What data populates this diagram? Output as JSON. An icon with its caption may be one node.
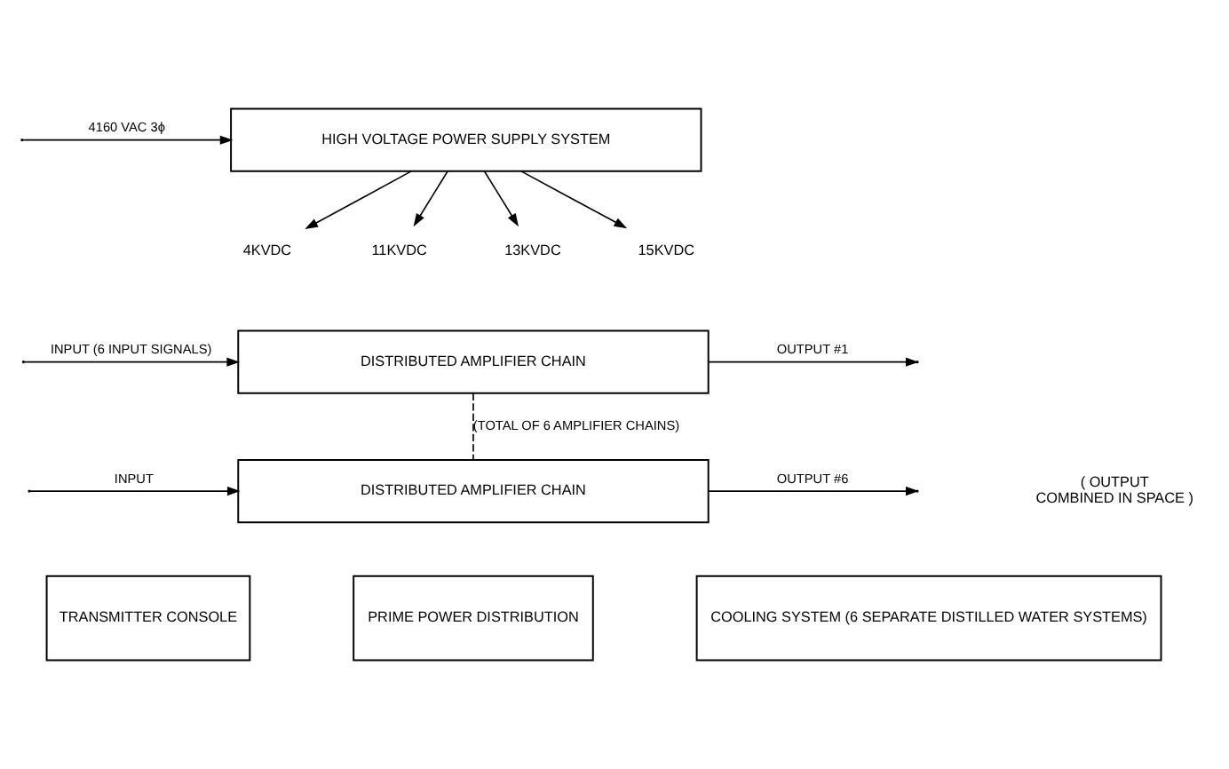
{
  "diagram": {
    "nodes": [
      {
        "text": [
          "HIGH VOLTAGE POWER SUPPLY SYSTEM"
        ]
      },
      {
        "text": [
          "4KVDC"
        ]
      },
      {
        "text": [
          "11KVDC"
        ]
      },
      {
        "text": [
          "13KVDC"
        ]
      },
      {
        "text": [
          "15KVDC"
        ]
      },
      {
        "text": [
          "DISTRIBUTED AMPLIFIER CHAIN"
        ]
      },
      {
        "text": [
          "DISTRIBUTED AMPLIFIER CHAIN"
        ]
      },
      {
        "text": [
          "TRANSMITTER CONSOLE"
        ]
      },
      {
        "text": [
          "PRIME POWER DISTRIBUTION"
        ]
      },
      {
        "text": [
          "COOLING SYSTEM (6 SEPARATE DISTILLED WATER SYSTEMS)"
        ]
      }
    ],
    "edges": [
      {
        "from": null,
        "to": 0,
        "arrow": "to",
        "label": "4160 VAC 3ϕ"
      },
      {
        "from": 0,
        "to": 1,
        "arrow": "to"
      },
      {
        "from": 0,
        "to": 2,
        "arrow": "to"
      },
      {
        "from": 0,
        "to": 3,
        "arrow": "to"
      },
      {
        "from": 0,
        "to": 4,
        "arrow": "to"
      },
      {
        "from": null,
        "to": 5,
        "arrow": "to",
        "label": "INPUT (6 INPUT SIGNALS)"
      },
      {
        "from": 5,
        "to": null,
        "arrow": "to",
        "label": "OUTPUT #1"
      },
      {
        "from": 5,
        "to": 6,
        "arrow": "none",
        "style": "dashed",
        "label": "(TOTAL OF 6 AMPLIFIER CHAINS)"
      },
      {
        "from": null,
        "to": 6,
        "arrow": "to",
        "label": "INPUT"
      },
      {
        "from": 6,
        "to": null,
        "arrow": "to",
        "label": "OUTPUT #6"
      }
    ],
    "labels": [
      "( OUTPUT COMBINED IN SPACE )"
    ]
  }
}
